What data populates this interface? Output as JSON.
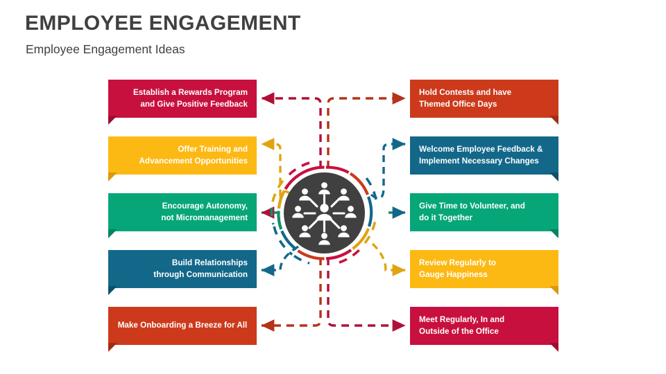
{
  "header": {
    "title": "EMPLOYEE ENGAGEMENT",
    "subtitle": "Employee Engagement Ideas"
  },
  "colors": {
    "crimson": "#C8103E",
    "amber": "#FDB913",
    "green": "#06A678",
    "steel_blue": "#13688A",
    "red_orange": "#CC3A1B",
    "hub_dark": "#404040",
    "title_gray": "#404040",
    "background": "#FFFFFF"
  },
  "center": {
    "icon": "people-network-icon",
    "disc_color": "#404040",
    "ring_segments": [
      {
        "name": "ring-arc-crimson",
        "color": "#C8103E"
      },
      {
        "name": "ring-arc-red-orange",
        "color": "#CC3A1B"
      },
      {
        "name": "ring-arc-steel-blue",
        "color": "#13688A"
      },
      {
        "name": "ring-arc-amber",
        "color": "#FDB913"
      },
      {
        "name": "ring-arc-green",
        "color": "#06A678"
      }
    ]
  },
  "left_cards": [
    {
      "id": "establish-rewards-program",
      "label": "Establish a Rewards Program\nand Give Positive Feedback",
      "color": "#C8103E",
      "align": "right"
    },
    {
      "id": "offer-training",
      "label": "Offer Training and\nAdvancement Opportunities",
      "color": "#FDB913",
      "align": "right"
    },
    {
      "id": "encourage-autonomy",
      "label": "Encourage Autonomy,\nnot Micromanagement",
      "color": "#06A678",
      "align": "right"
    },
    {
      "id": "build-relationships",
      "label": "Build Relationships\nthrough Communication",
      "color": "#13688A",
      "align": "right"
    },
    {
      "id": "make-onboarding-breeze",
      "label": "Make Onboarding a Breeze for All",
      "color": "#CC3A1B",
      "align": "center"
    }
  ],
  "right_cards": [
    {
      "id": "hold-contests",
      "label": "Hold Contests and have\nThemed Office Days",
      "color": "#CC3A1B",
      "align": "left"
    },
    {
      "id": "welcome-employee-feedback",
      "label": "Welcome Employee Feedback &\nImplement Necessary Changes",
      "color": "#13688A",
      "align": "left"
    },
    {
      "id": "give-time-to-volunteer",
      "label": "Give Time to Volunteer, and\ndo it Together",
      "color": "#06A678",
      "align": "left"
    },
    {
      "id": "review-regularly",
      "label": "Review Regularly to\nGauge Happiness",
      "color": "#FDB913",
      "align": "left"
    },
    {
      "id": "meet-regularly",
      "label": " Meet Regularly, In and\nOutside of the Office",
      "color": "#C8103E",
      "align": "left"
    }
  ]
}
